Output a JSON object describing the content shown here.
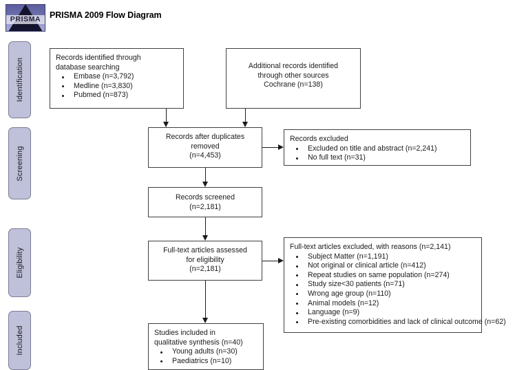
{
  "header": {
    "title": "PRISMA 2009 Flow Diagram",
    "logo_text": "PRISMA",
    "logo_icon": "prism-triangle-icon"
  },
  "phases": [
    {
      "id": "identification",
      "label": "Identification"
    },
    {
      "id": "screening",
      "label": "Screening"
    },
    {
      "id": "eligibility",
      "label": "Eligibility"
    },
    {
      "id": "included",
      "label": "Included"
    }
  ],
  "boxes": {
    "records_identified": {
      "lines": [
        "Records identified through",
        "database searching"
      ],
      "bullets": [
        "Embase (n=3,792)",
        "Medline (n=3,830)",
        "Pubmed (n=873)"
      ]
    },
    "additional_records": {
      "lines": [
        "Additional records identified",
        "through other sources",
        "Cochrane (n=138)"
      ],
      "bullets": []
    },
    "after_duplicates": {
      "lines": [
        "Records after duplicates",
        "removed",
        "(n=4,453)"
      ],
      "bullets": []
    },
    "records_excluded": {
      "lines": [
        "Records excluded"
      ],
      "bullets": [
        "Excluded on title and abstract (n=2,241)",
        "No full text (n=31)"
      ]
    },
    "records_screened": {
      "lines": [
        "Records screened",
        "(n=2,181)"
      ],
      "bullets": []
    },
    "fulltext_assessed": {
      "lines": [
        "Full-text articles assessed",
        "for eligibility",
        "(n=2,181)"
      ],
      "bullets": []
    },
    "fulltext_excluded": {
      "lines": [
        "Full-text articles excluded, with reasons (n=2,141)"
      ],
      "bullets": [
        "Subject Matter (n=1,191)",
        "Not original or clinical article (n=412)",
        "Repeat studies on same population (n=274)",
        "Study size<30 patients (n=71)",
        "Wrong age group (n=110)",
        "Animal models (n=12)",
        "Language (n=9)",
        "Pre-existing comorbidities and lack of clinical outcome (n=62)"
      ]
    },
    "studies_included": {
      "lines": [
        "Studies included in",
        "qualitative synthesis (n=40)"
      ],
      "bullets": [
        "Young adults (n=30)",
        "Paediatrics (n=10)"
      ]
    }
  },
  "colors": {
    "phase_fill": "#bfc0da",
    "phase_border": "#7b7c93",
    "box_border": "#3f3f3f",
    "connector": "#1a1a1a",
    "logo_dark": "#14142e",
    "logo_blue": "#6f72ad"
  }
}
